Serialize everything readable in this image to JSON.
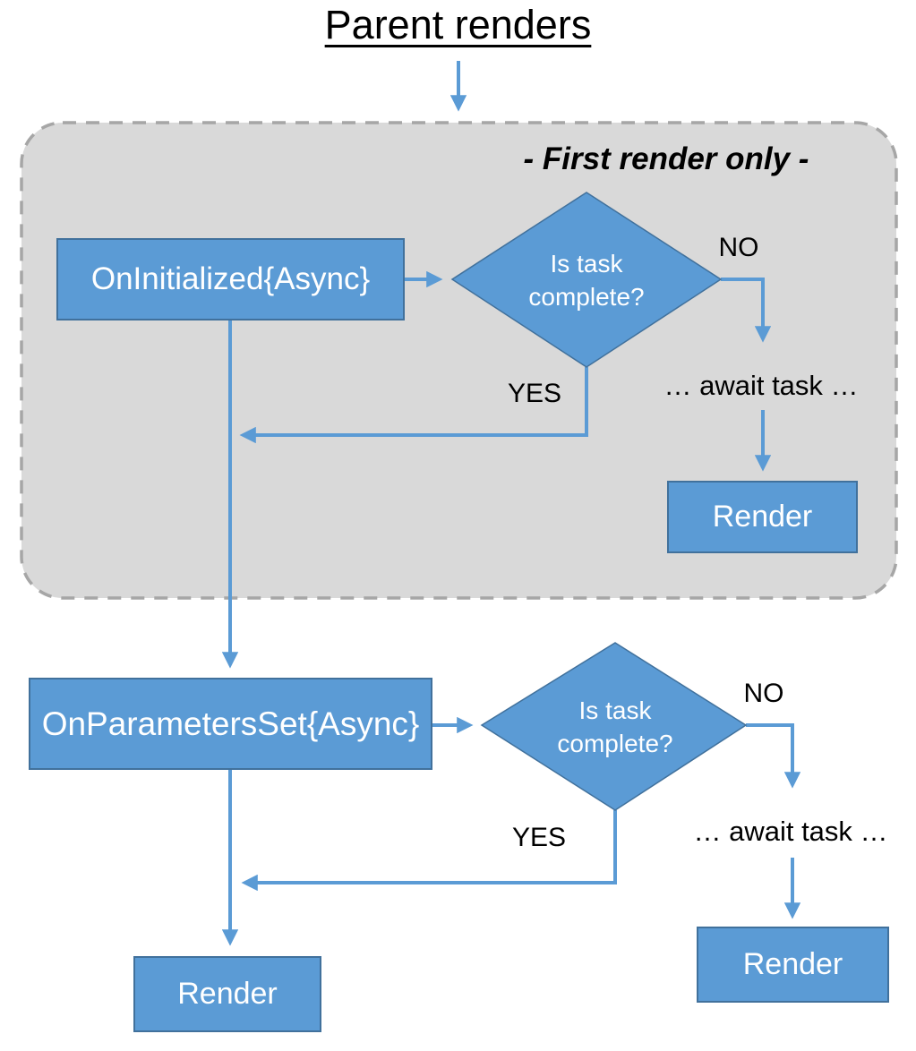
{
  "title": "Parent renders",
  "colors": {
    "accent_blue": "#5B9BD5",
    "box_border": "#41719C",
    "panel_fill": "#D9D9D9",
    "panel_border": "#A6A6A6",
    "box_text": "#FFFFFF",
    "label_text": "#000000"
  },
  "panel": {
    "label": "- First render only -"
  },
  "first_render": {
    "process_label": "OnInitialized{Async}",
    "decision_label": "Is task complete?",
    "no_label": "NO",
    "yes_label": "YES",
    "await_label": "… await task …",
    "render_label": "Render"
  },
  "parameters_set": {
    "process_label": "OnParametersSet{Async}",
    "decision_label": "Is task complete?",
    "no_label": "NO",
    "yes_label": "YES",
    "await_label": "… await task …",
    "render_no_label": "Render",
    "render_yes_label": "Render"
  }
}
